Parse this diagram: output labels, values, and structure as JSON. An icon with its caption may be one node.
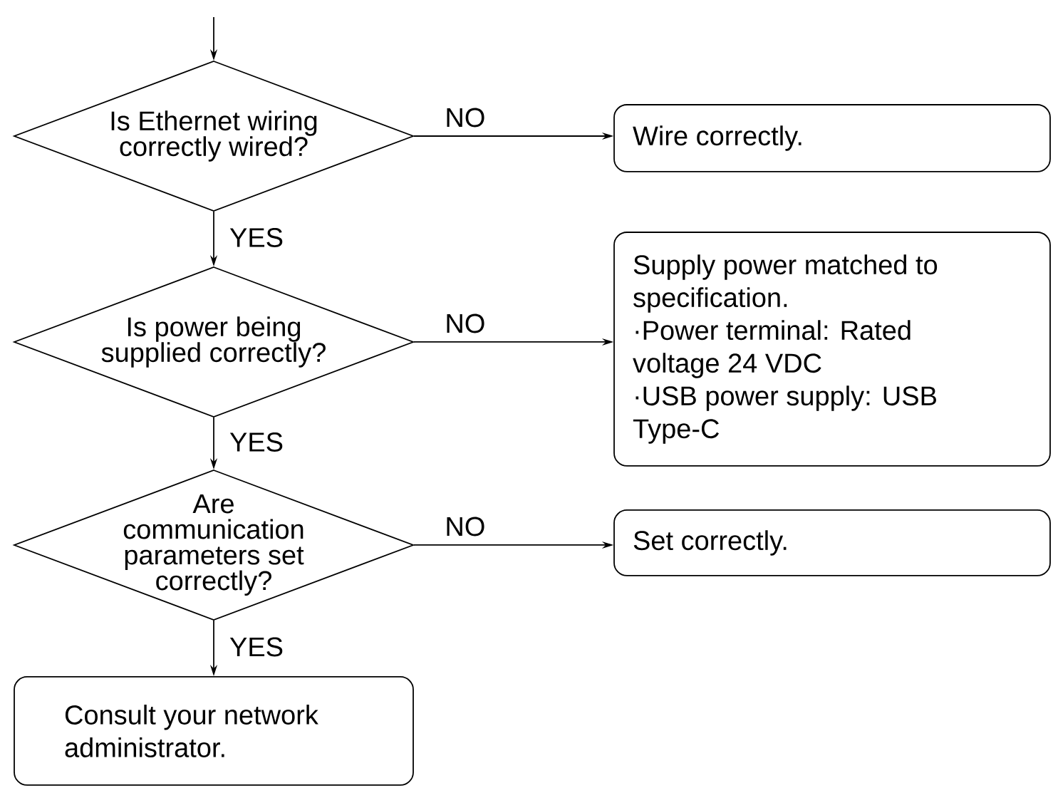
{
  "diagram": {
    "nodes": [
      {
        "text": [
          "Is Ethernet wiring correctly wired?"
        ]
      },
      {
        "text": [
          "Wire correctly."
        ]
      },
      {
        "text": [
          "Is power being supplied correctly?"
        ]
      },
      {
        "text": [
          "Supply power matched to specification.",
          "·Power terminal: Rated voltage 24 VDC",
          "·USB power supply: USB Type-C"
        ]
      },
      {
        "text": [
          "Are communication parameters set correctly?"
        ]
      },
      {
        "text": [
          "Set correctly."
        ]
      },
      {
        "text": [
          "Consult your network administrator."
        ]
      }
    ],
    "edges": [
      {
        "from": null,
        "to": 0,
        "arrow": "to"
      },
      {
        "from": 0,
        "to": 1,
        "arrow": "to",
        "label": "NO"
      },
      {
        "from": 0,
        "to": 2,
        "arrow": "to",
        "label": "YES"
      },
      {
        "from": 2,
        "to": 3,
        "arrow": "to",
        "label": "NO"
      },
      {
        "from": 2,
        "to": 4,
        "arrow": "to",
        "label": "YES"
      },
      {
        "from": 4,
        "to": 5,
        "arrow": "to",
        "label": "NO"
      },
      {
        "from": 4,
        "to": 6,
        "arrow": "to",
        "label": "YES"
      }
    ]
  }
}
